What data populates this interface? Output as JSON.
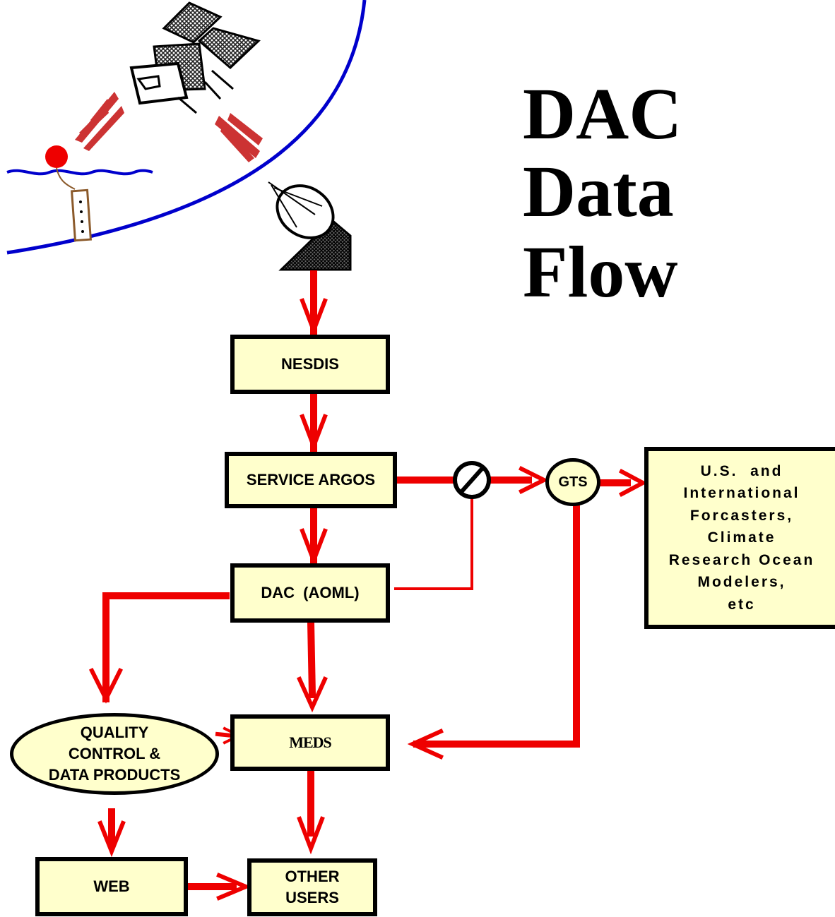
{
  "title": {
    "line1": "DAC",
    "line2": "Data",
    "line3": "Flow"
  },
  "boxes": {
    "nesdis": "NESDIS",
    "service_argos": "SERVICE ARGOS",
    "dac": "DAC (AOML)",
    "meds": "MEDS",
    "web": "WEB",
    "other_users": [
      "OTHER",
      "USERS"
    ]
  },
  "quality_control": [
    "QUALITY",
    "CONTROL &",
    "DATA PRODUCTS"
  ],
  "gts": "GTS",
  "recipients": [
    "U.S.  and",
    "International",
    "Forcasters,",
    "Climate",
    "Research Ocean",
    "Modelers,",
    "etc"
  ],
  "icons": [
    "satellite-icon",
    "float-buoy-icon",
    "radio-signal-icon",
    "ground-station-dish-icon",
    "blocked-circle-icon"
  ],
  "colors": {
    "arrow": "#ee0000",
    "box_fill": "#ffffcc",
    "sky_arc": "#0000cc",
    "signal": "#cc3333",
    "buoy": "#ee0000"
  }
}
